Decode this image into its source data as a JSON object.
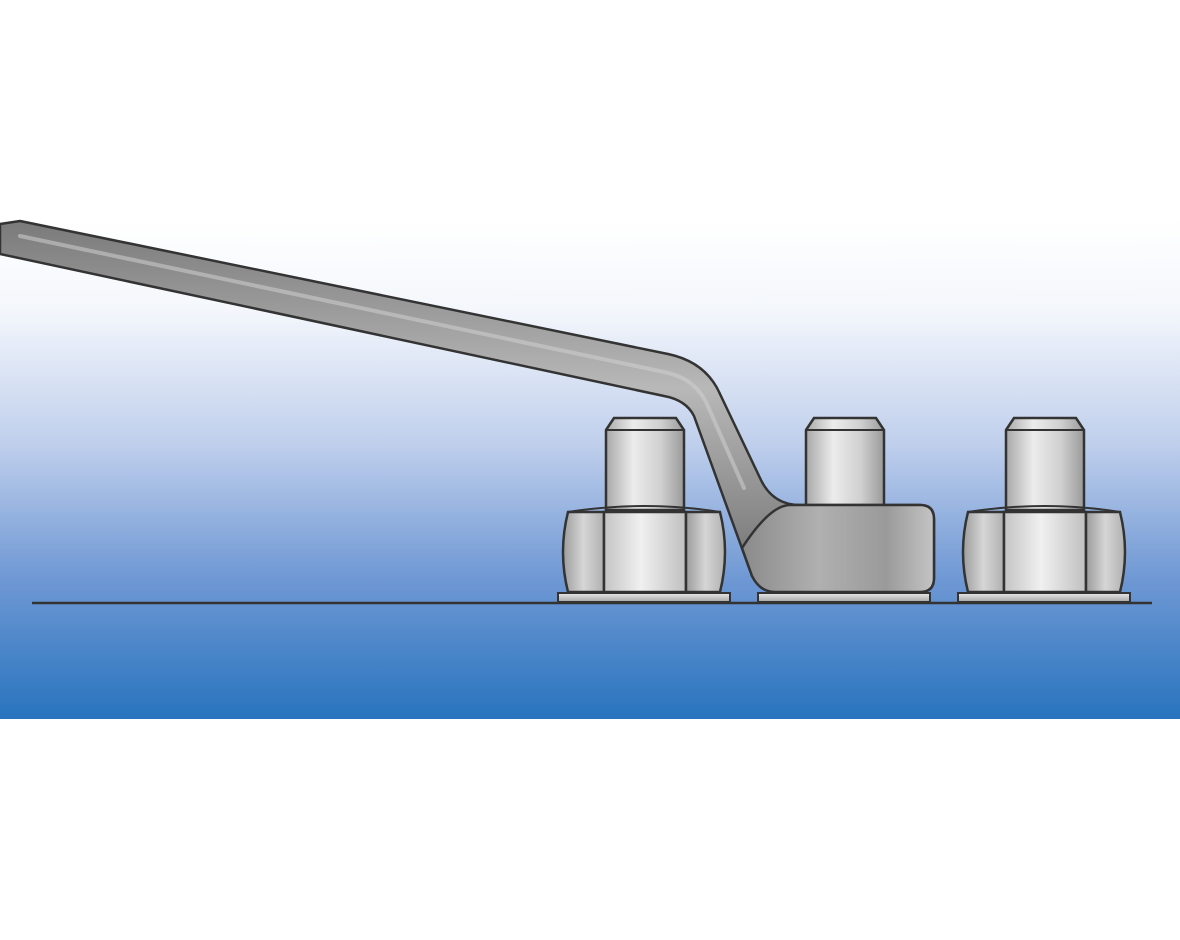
{
  "colors": {
    "background": "#ffffff",
    "gradient_top": "#ffffff",
    "gradient_bottom": "#2874be",
    "metal_light": "#e6e6e6",
    "metal_mid": "#bdbdbd",
    "metal_dark": "#8a8a8a",
    "wrench_light": "#b4b4b4",
    "wrench_dark": "#6e6e6e",
    "outline": "#333333"
  },
  "scene": {
    "wrench": {
      "icon": "offset-box-wrench-icon"
    },
    "fasteners": [
      {
        "name": "nut-bolt-left",
        "icon": "hex-nut-icon"
      },
      {
        "name": "nut-bolt-center",
        "icon": "hex-nut-icon"
      },
      {
        "name": "nut-bolt-right",
        "icon": "hex-nut-icon"
      }
    ],
    "surface": {
      "icon": "surface-line-icon"
    }
  }
}
